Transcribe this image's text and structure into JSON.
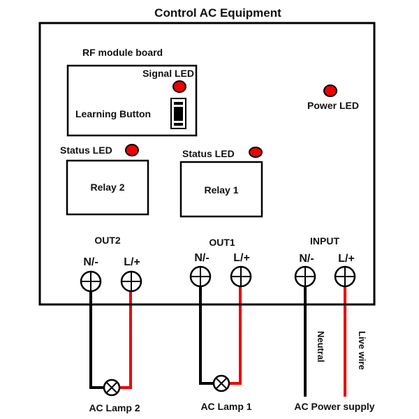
{
  "title": "Control AC Equipment",
  "rf_module": {
    "label": "RF module board",
    "signal_led_label": "Signal LED",
    "learning_button_label": "Learning Button"
  },
  "power_led_label": "Power LED",
  "relays": [
    {
      "name": "Relay 2",
      "status_led_label": "Status LED"
    },
    {
      "name": "Relay 1",
      "status_led_label": "Status LED"
    }
  ],
  "terminals": {
    "out2": {
      "label": "OUT2",
      "neutral": "N/-",
      "live": "L/+"
    },
    "out1": {
      "label": "OUT1",
      "neutral": "N/-",
      "live": "L/+"
    },
    "input": {
      "label": "INPUT",
      "neutral": "N/-",
      "live": "L/+"
    }
  },
  "loads": {
    "lamp2": "AC Lamp 2",
    "lamp1": "AC Lamp 1",
    "power_supply": "AC Power supply"
  },
  "wires": {
    "neutral_label": "Neutral",
    "live_label": "Live wire"
  },
  "colors": {
    "led": "#ee0000",
    "live_wire": "#ee0000",
    "neutral_wire": "#000000"
  }
}
